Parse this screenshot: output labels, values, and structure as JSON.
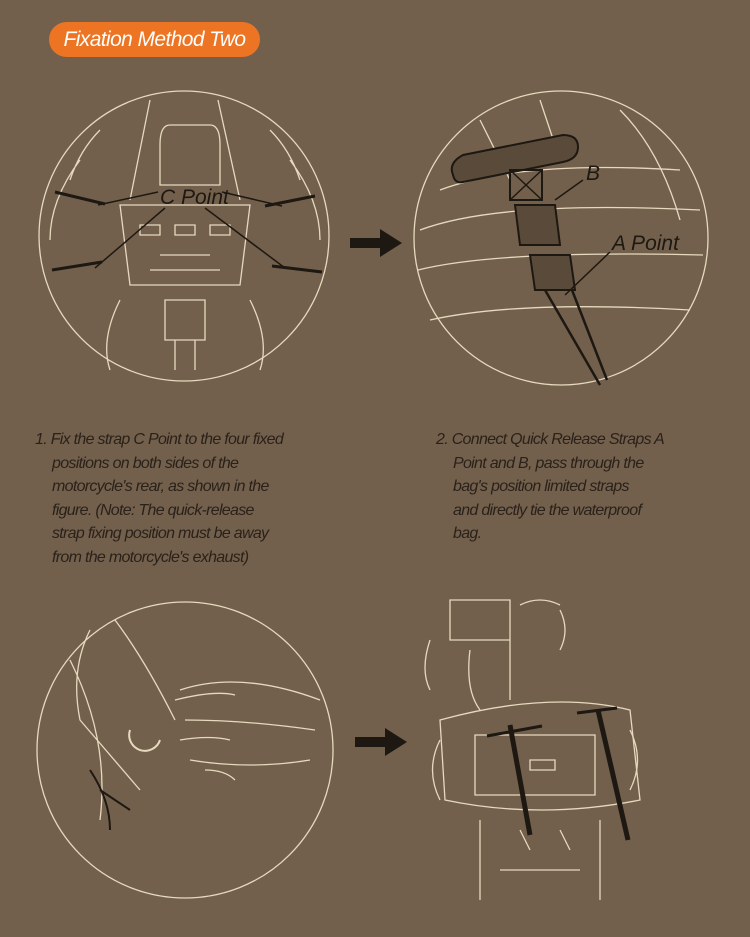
{
  "header": {
    "title": "Fixation Method Two"
  },
  "colors": {
    "background": "#72604c",
    "accent": "#ec7423",
    "line_art": "#e6d9bf",
    "text": "#2a211a"
  },
  "figures": {
    "fig1": {
      "callout": "C Point"
    },
    "fig2": {
      "callout_b": "B",
      "callout_a": "A Point"
    }
  },
  "steps": [
    {
      "lines": [
        "1. Fix the strap C Point to the four fixed",
        "positions on both sides of the",
        "motorcycle's rear, as shown in the",
        "figure. (Note: The quick-release",
        "strap fixing position must be away",
        "from the motorcycle's exhaust)"
      ]
    },
    {
      "lines": [
        "2. Connect Quick Release Straps A",
        "Point and B, pass through the",
        "bag's position limited straps",
        "and directly tie the waterproof",
        "bag."
      ]
    }
  ]
}
